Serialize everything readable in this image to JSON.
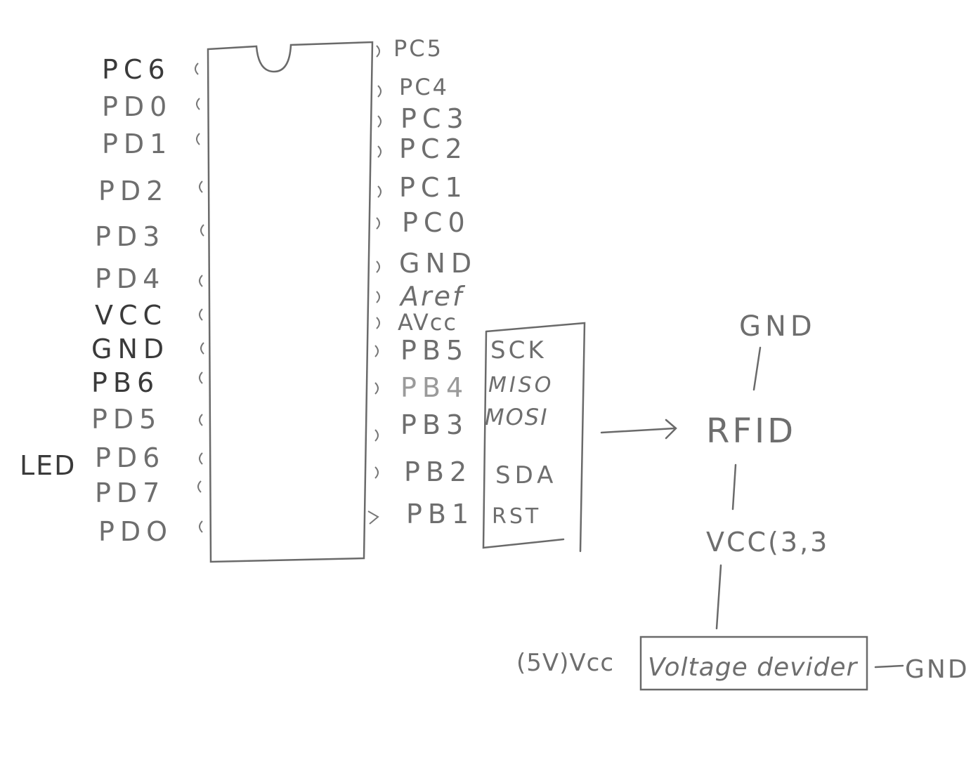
{
  "chip": {
    "left_pins": [
      "PC6",
      "PD0",
      "PD1",
      "PD2",
      "PD3",
      "PD4",
      "VCC",
      "GND",
      "PB6",
      "PD5",
      "PD6",
      "PD7",
      "PDO"
    ],
    "right_pins": [
      "PC5",
      "PC4",
      "PC3",
      "PC2",
      "PC1",
      "PC0",
      "GND",
      "Aref",
      "AVcc",
      "PB5",
      "PB4",
      "PB3",
      "PB2",
      "PB1"
    ],
    "led_label": "LED"
  },
  "spi_box": {
    "labels": [
      "SCK",
      "MISO",
      "MOSI",
      "SDA",
      "RST"
    ]
  },
  "rfid": {
    "label": "RFID",
    "gnd": "GND",
    "vcc": "VCC(3,3"
  },
  "power": {
    "vcc5": "(5V)Vcc",
    "divider": "Voltage devider",
    "gnd": "GND"
  }
}
